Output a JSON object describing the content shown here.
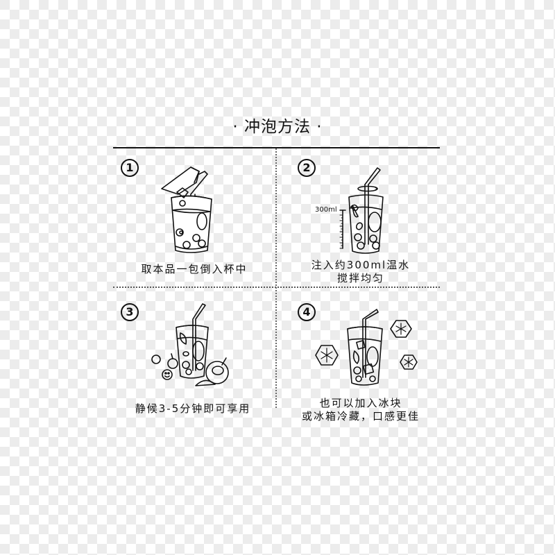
{
  "header": {
    "title": "· 冲泡方法 ·"
  },
  "steps": [
    {
      "number": "1",
      "caption_lines": [
        "取本品一包倒入杯中"
      ],
      "illustration": "glass-with-sachet-icon"
    },
    {
      "number": "2",
      "caption_lines": [
        "注入约300ml温水",
        "搅拌均匀"
      ],
      "illustration": "glass-with-measure-icon",
      "measure_label": "300ml"
    },
    {
      "number": "3",
      "caption_lines": [
        "静候3-5分钟即可享用"
      ],
      "illustration": "glass-with-fruits-icon"
    },
    {
      "number": "4",
      "caption_lines": [
        "也可以加入冰块",
        "或冰箱冷藏，口感更佳"
      ],
      "illustration": "glass-with-ice-icon"
    }
  ],
  "colors": {
    "ink": "#111111",
    "checker_light": "#ffffff",
    "checker_dark": "#ececec"
  }
}
